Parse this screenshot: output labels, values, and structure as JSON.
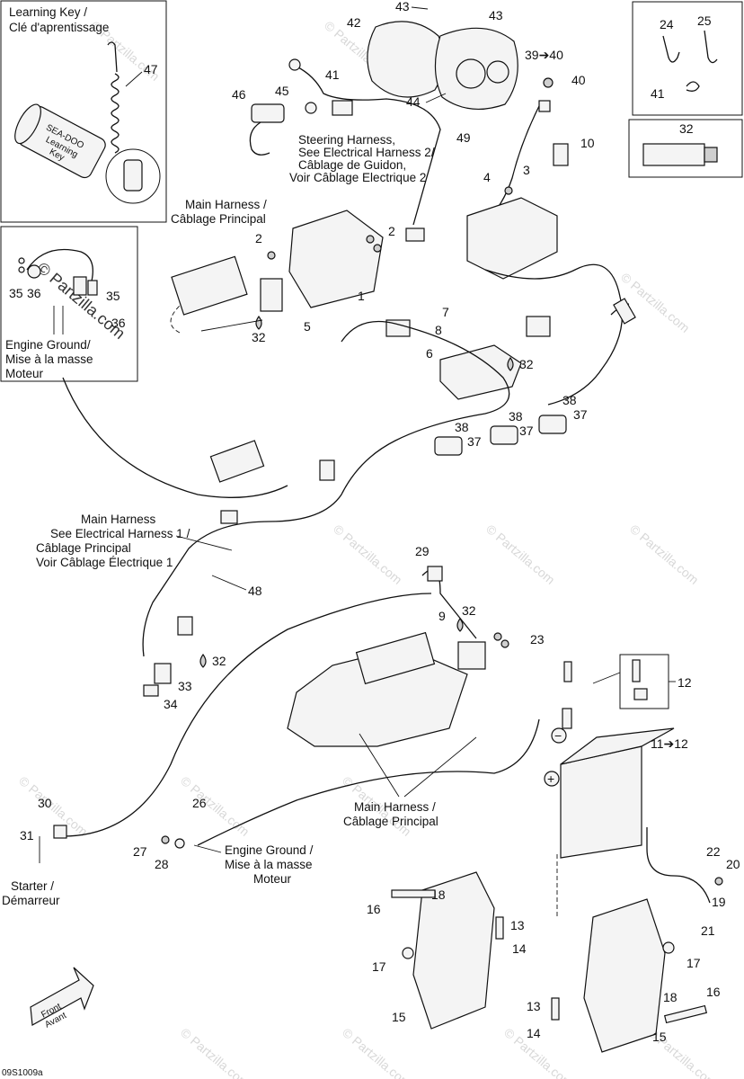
{
  "diagram_code": "09S1009a",
  "watermark": "© Partzilla.com",
  "part_numbers": {
    "p1": "1",
    "p2a": "2",
    "p2b": "2",
    "p3": "3",
    "p4": "4",
    "p5": "5",
    "p6": "6",
    "p7": "7",
    "p8": "8",
    "p9": "9",
    "p10": "10",
    "p11_12": "11➔12",
    "p12": "12",
    "p13a": "13",
    "p13b": "13",
    "p14a": "14",
    "p14b": "14",
    "p15a": "15",
    "p15b": "15",
    "p16a": "16",
    "p16b": "16",
    "p17a": "17",
    "p17b": "17",
    "p18a": "18",
    "p18b": "18",
    "p19": "19",
    "p20": "20",
    "p21": "21",
    "p22": "22",
    "p23": "23",
    "p24": "24",
    "p25": "25",
    "p26": "26",
    "p27": "27",
    "p28": "28",
    "p29": "29",
    "p30": "30",
    "p31": "31",
    "p32a": "32",
    "p32b": "32",
    "p32c": "32",
    "p32d": "32",
    "p32e": "32",
    "p33": "33",
    "p34": "34",
    "p35a": "35",
    "p35b": "35",
    "p36a": "36",
    "p36b": "36",
    "p37a": "37",
    "p37b": "37",
    "p37c": "37",
    "p38a": "38",
    "p38b": "38",
    "p38c": "38",
    "p39_40": "39➔40",
    "p40": "40",
    "p41a": "41",
    "p41b": "41",
    "p42": "42",
    "p43a": "43",
    "p43b": "43",
    "p44": "44",
    "p45": "45",
    "p46": "46",
    "p47": "47",
    "p48": "48",
    "p49": "49"
  },
  "captions": {
    "learning_key": [
      "Learning Key /",
      "Clé d'aprentissage"
    ],
    "steering_harness": [
      "Steering Harness,",
      "See Electrical Harness 2/",
      "Câblage de Guidon,",
      "Voir Câblage Electrique 2"
    ],
    "main_harness_top": [
      "Main Harness /",
      "Câblage Principal"
    ],
    "engine_ground_inset": [
      "Engine Ground/",
      "Mise à la masse",
      "Moteur"
    ],
    "main_harness_1": [
      "Main Harness",
      "See Electrical Harness 1 /",
      "Câblage Principal",
      "Voir Câblage Électrique 1"
    ],
    "main_harness_bottom": [
      "Main Harness /",
      "Câblage Principal"
    ],
    "engine_ground_bottom": [
      "Engine Ground /",
      "Mise à la masse",
      "Moteur"
    ],
    "starter": [
      "Starter /",
      "Démarreur"
    ],
    "front": [
      "Front",
      "Avant"
    ]
  },
  "key_text": [
    "SEA-DOO",
    "Learning",
    "Key"
  ],
  "battery_terminals": {
    "neg": "−",
    "pos": "+"
  }
}
